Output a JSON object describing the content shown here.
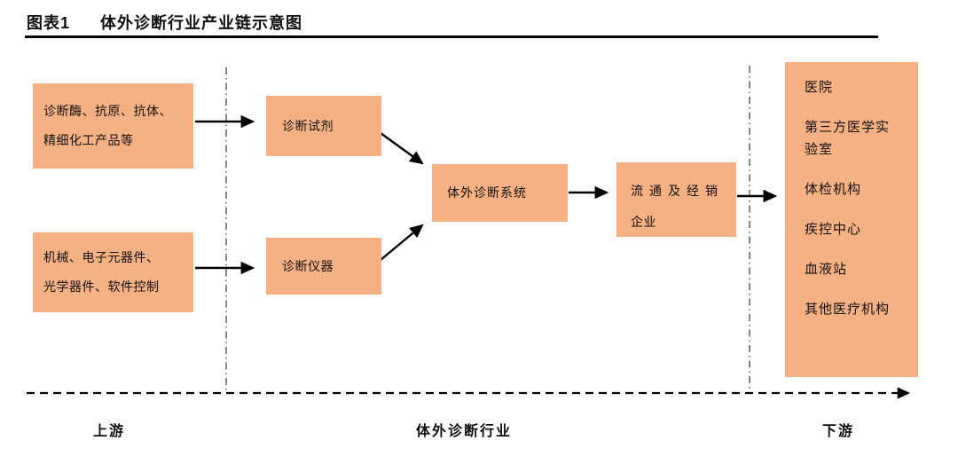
{
  "header": {
    "figure_label": "图表1",
    "title": "体外诊断行业产业链示意图"
  },
  "nodes": {
    "upstream_materials": {
      "line1": "诊断酶、抗原、抗体、",
      "line2": "精细化工产品等"
    },
    "upstream_components": {
      "line1": "机械、电子元器件、",
      "line2": "光学器件、软件控制"
    },
    "diagnostic_reagents": {
      "label": "诊断试剂"
    },
    "diagnostic_instruments": {
      "label": "诊断仪器"
    },
    "ivd_system": {
      "label": "体外诊断系统"
    },
    "distribution": {
      "line1": "流通及经销",
      "line2": "企业"
    },
    "downstream": {
      "items": [
        "医院",
        "第三方医学实验室",
        "体检机构",
        "疾控中心",
        "血液站",
        "其他医疗机构"
      ]
    }
  },
  "segments": {
    "upstream": "上游",
    "industry": "体外诊断行业",
    "downstream": "下游"
  },
  "colors": {
    "node_fill": "#F5B183",
    "arrow": "#000000",
    "divider": "#444444"
  }
}
